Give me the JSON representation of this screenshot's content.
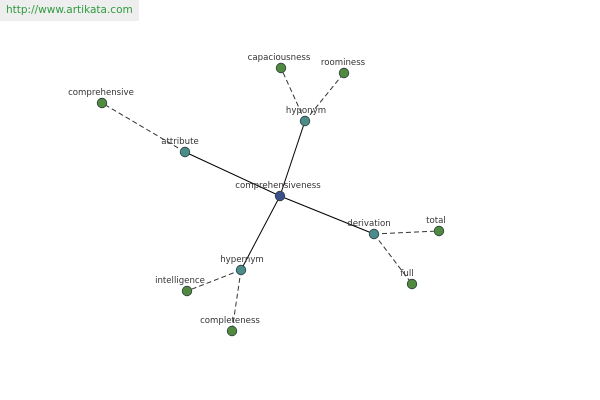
{
  "header": {
    "url": "http://www.artikata.com"
  },
  "colors": {
    "center_node": "#3b4f8c",
    "relation_node": "#4a8c8a",
    "leaf_node": "#4f8a3f",
    "node_stroke": "#2f3f3f",
    "solid_edge": "#000000",
    "dashed_edge": "#333333",
    "banner_text": "#2f9b3f",
    "banner_bg": "#eeeeee"
  },
  "graph": {
    "center": {
      "id": "comprehensiveness",
      "label": "comprehensiveness"
    },
    "relations": [
      {
        "id": "attribute",
        "label": "attribute"
      },
      {
        "id": "hyponym",
        "label": "hyponym"
      },
      {
        "id": "derivation",
        "label": "derivation"
      },
      {
        "id": "hypernym",
        "label": "hypernym"
      }
    ],
    "leaves": [
      {
        "id": "comprehensive",
        "label": "comprehensive",
        "relation": "attribute"
      },
      {
        "id": "capaciousness",
        "label": "capaciousness",
        "relation": "hyponym"
      },
      {
        "id": "roominess",
        "label": "roominess",
        "relation": "hyponym"
      },
      {
        "id": "total",
        "label": "total",
        "relation": "derivation"
      },
      {
        "id": "full",
        "label": "full",
        "relation": "derivation"
      },
      {
        "id": "intelligence",
        "label": "intelligence",
        "relation": "hypernym"
      },
      {
        "id": "completeness",
        "label": "completeness",
        "relation": "hypernym"
      }
    ]
  }
}
